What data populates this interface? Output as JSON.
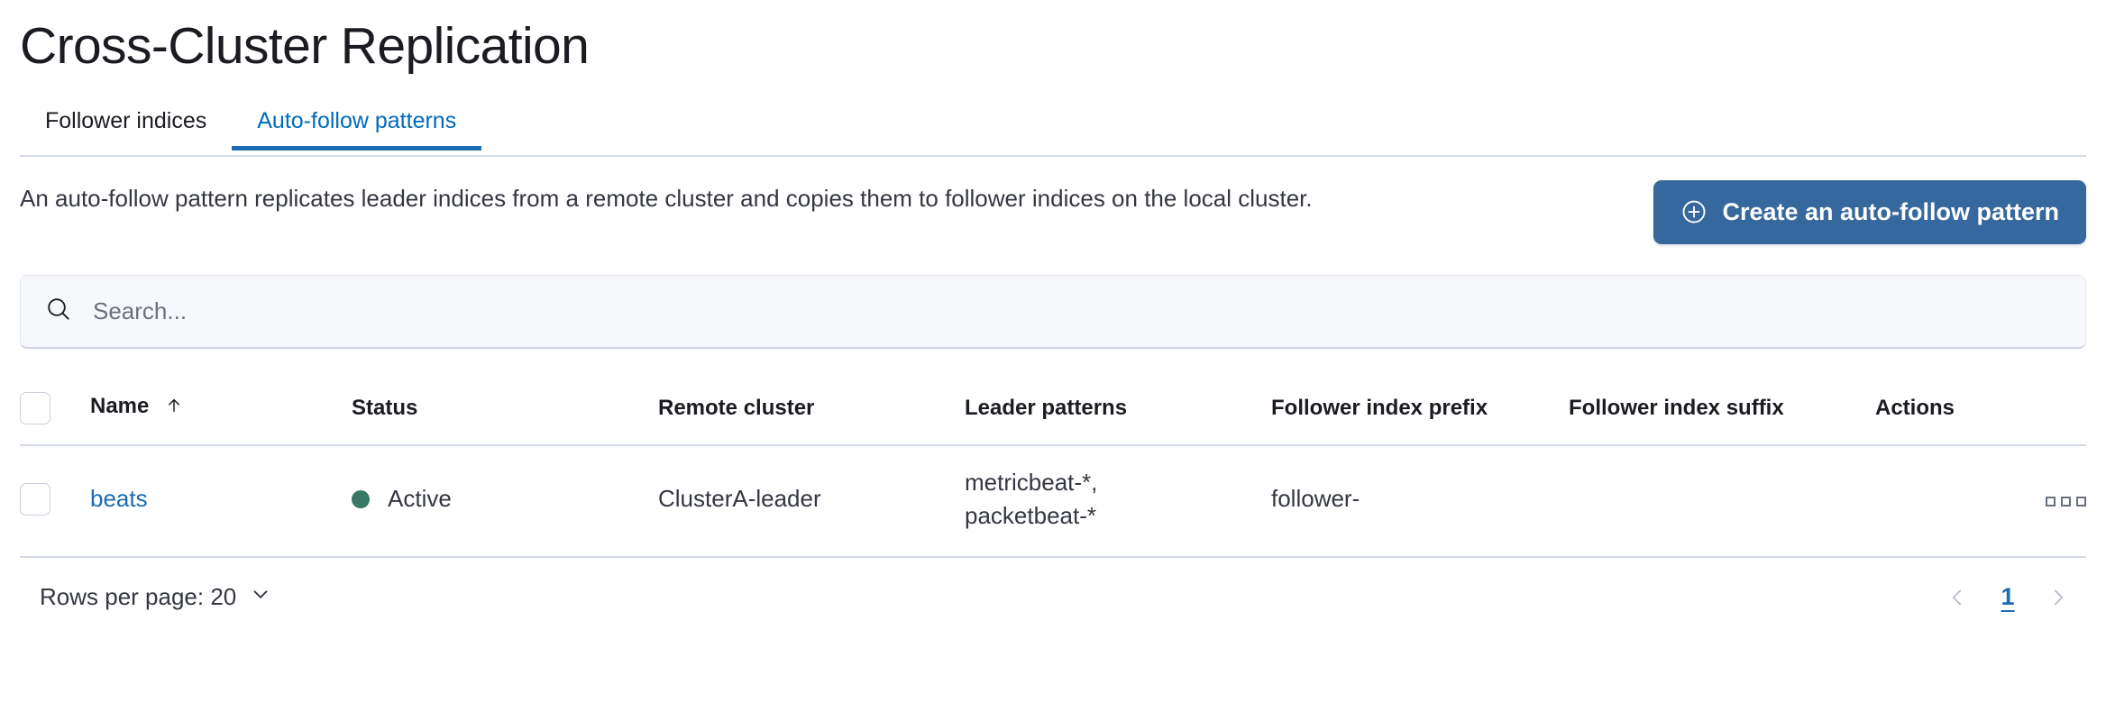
{
  "header": {
    "title": "Cross-Cluster Replication"
  },
  "tabs": [
    {
      "label": "Follower indices",
      "active": false
    },
    {
      "label": "Auto-follow patterns",
      "active": true
    }
  ],
  "intro": {
    "description": "An auto-follow pattern replicates leader indices from a remote cluster and copies them to follower indices on the local cluster.",
    "create_button_label": "Create an auto-follow pattern",
    "create_button_icon": "plus-in-circle-icon",
    "create_button_color": "#36689e"
  },
  "search": {
    "placeholder": "Search...",
    "value": "",
    "icon": "search-icon"
  },
  "table": {
    "columns": [
      {
        "key": "name",
        "label": "Name",
        "sorted": "asc",
        "sort_icon": "arrow-up-icon"
      },
      {
        "key": "status",
        "label": "Status"
      },
      {
        "key": "remote_cluster",
        "label": "Remote cluster"
      },
      {
        "key": "leader_patterns",
        "label": "Leader patterns"
      },
      {
        "key": "follower_index_prefix",
        "label": "Follower index prefix"
      },
      {
        "key": "follower_index_suffix",
        "label": "Follower index suffix"
      },
      {
        "key": "actions",
        "label": "Actions"
      }
    ],
    "rows": [
      {
        "name": "beats",
        "status": "Active",
        "status_color": "#387864",
        "remote_cluster": "ClusterA-leader",
        "leader_patterns": "metricbeat-*,\npacketbeat-*",
        "follower_index_prefix": "follower-",
        "follower_index_suffix": "",
        "actions_icon": "boxes-horizontal-icon"
      }
    ]
  },
  "footer": {
    "rows_per_page_label": "Rows per page: 20",
    "rows_per_page_icon": "chevron-down-icon",
    "prev_icon": "chevron-left-icon",
    "next_icon": "chevron-right-icon",
    "current_page": "1"
  }
}
